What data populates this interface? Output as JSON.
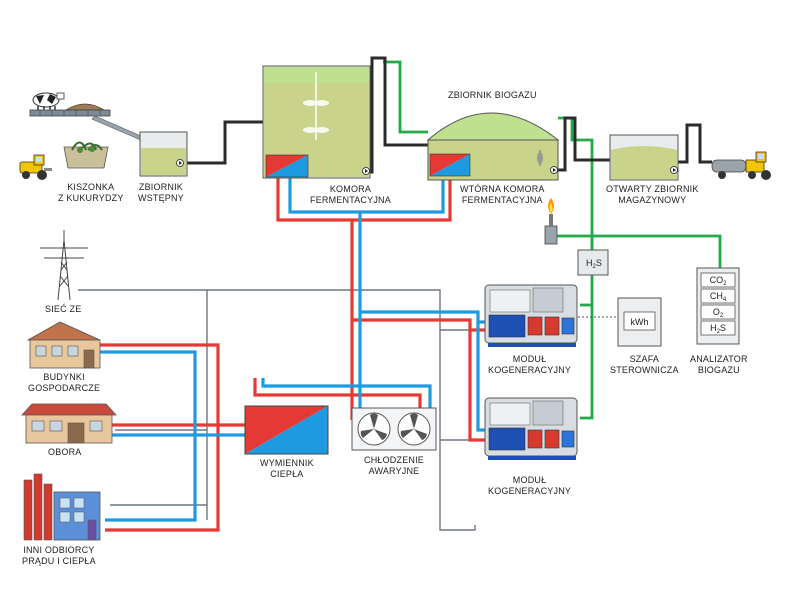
{
  "labels": {
    "silage": [
      "KISZONKA",
      "Z KUKURYDZY"
    ],
    "pre_tank": [
      "ZBIORNIK",
      "WSTĘPNY"
    ],
    "fermentation_chamber": [
      "KOMORA",
      "FERMENTACYJNA"
    ],
    "biogas_tank": "ZBIORNIK BIOGAZU",
    "secondary_chamber": [
      "WTÓRNA KOMORA",
      "FERMENTACYJNA"
    ],
    "open_tank": [
      "OTWARTY ZBIORNIK",
      "MAGAZYNOWY"
    ],
    "grid": "SIEĆ ZE",
    "farm_buildings": [
      "BUDYNKI",
      "GOSPODARCZE"
    ],
    "barn": "OBORA",
    "other_consumers": [
      "INNI ODBIORCY",
      "PRĄDU I CIEPŁA"
    ],
    "heat_exchanger": [
      "WYMIENNIK",
      "CIEPŁA"
    ],
    "emergency_cooling": [
      "CHŁODZENIE",
      "AWARYJNE"
    ],
    "chp_module_1": [
      "MODUŁ",
      "KOGENERACYJNY"
    ],
    "chp_module_2": [
      "MODUŁ",
      "KOGENERACYJNY"
    ],
    "control_cabinet": [
      "SZAFA",
      "STEROWNICZA"
    ],
    "gas_analyzer": [
      "ANALIZATOR",
      "BIOGAZU"
    ]
  },
  "kwh_display": "kWh",
  "h2s_filter": {
    "main": "H",
    "sub": "2",
    "tail": "S"
  },
  "analyzer_gases": [
    {
      "main": "CO",
      "sub": "2"
    },
    {
      "main": "CH",
      "sub": "4"
    },
    {
      "main": "O",
      "sub": "2"
    },
    {
      "main": "H",
      "sub": "2",
      "tail": "S"
    }
  ],
  "colors": {
    "hot_pipe": "#e53935",
    "cold_pipe": "#1e9be0",
    "gas_pipe": "#23a84a",
    "substrate_pipe": "#2b2b2b",
    "power_line": "#6f7682",
    "tank_liquid": "#c9d48a",
    "tank_top": "#bfe08f"
  }
}
